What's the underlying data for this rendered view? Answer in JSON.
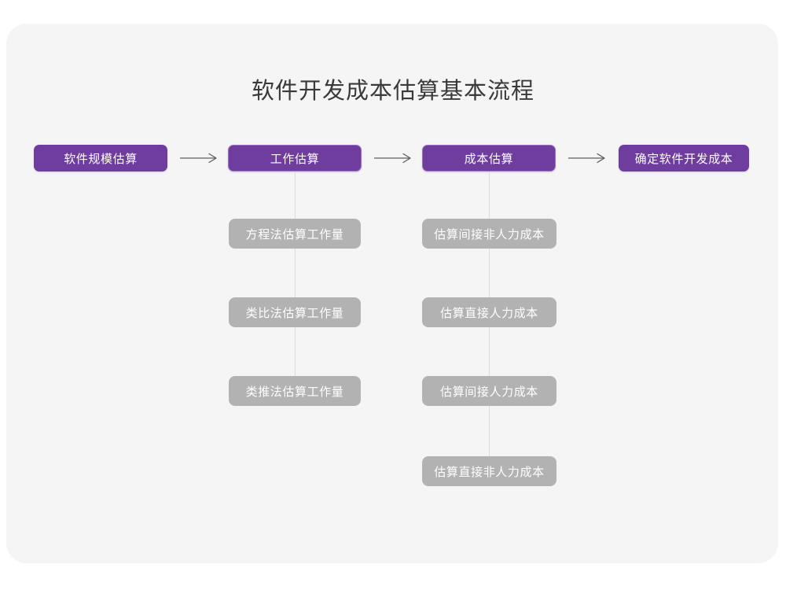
{
  "title": "软件开发成本估算基本流程",
  "colors": {
    "canvas": "#ffffff",
    "card": "#f5f5f6",
    "primary": "#6f3d9e",
    "primary_border": "#9a72bd",
    "secondary": "#b2b2b2",
    "title_text": "#3a3a3c",
    "node_text": "#ffffff",
    "arrow": "#5d5d60",
    "connector": "#dcdcdc"
  },
  "icons": {
    "flow_arrow": "arrow-right-long-icon"
  },
  "main_flow": [
    {
      "id": "stage-1",
      "label": "软件规模估算",
      "outlined": false,
      "has_children": false
    },
    {
      "id": "stage-2",
      "label": "工作估算",
      "outlined": true,
      "has_children": true
    },
    {
      "id": "stage-3",
      "label": "成本估算",
      "outlined": true,
      "has_children": true
    },
    {
      "id": "stage-4",
      "label": "确定软件开发成本",
      "outlined": false,
      "has_children": false
    }
  ],
  "arrows": [
    {
      "id": "arrow-1",
      "from": "stage-1",
      "to": "stage-2",
      "glyph": "⟶"
    },
    {
      "id": "arrow-2",
      "from": "stage-2",
      "to": "stage-3",
      "glyph": "⟶"
    },
    {
      "id": "arrow-3",
      "from": "stage-3",
      "to": "stage-4",
      "glyph": "⟶"
    }
  ],
  "branches": [
    {
      "parent": "stage-2",
      "parent_label": "工作估算",
      "items": [
        "方程法估算工作量",
        "类比法估算工作量",
        "类推法估算工作量"
      ]
    },
    {
      "parent": "stage-3",
      "parent_label": "成本估算",
      "items": [
        "估算间接非人力成本",
        "估算直接人力成本",
        "估算间接人力成本",
        "估算直接非人力成本"
      ]
    }
  ],
  "chart_data": {
    "type": "table",
    "title": "软件开发成本估算基本流程",
    "categories": [
      "软件规模估算",
      "工作估算",
      "成本估算",
      "确定软件开发成本"
    ],
    "sub_items": {
      "软件规模估算": [],
      "工作估算": [
        "方程法估算工作量",
        "类比法估算工作量",
        "类推法估算工作量"
      ],
      "成本估算": [
        "估算间接非人力成本",
        "估算直接人力成本",
        "估算间接人力成本",
        "估算直接非人力成本"
      ],
      "确定软件开发成本": []
    }
  }
}
